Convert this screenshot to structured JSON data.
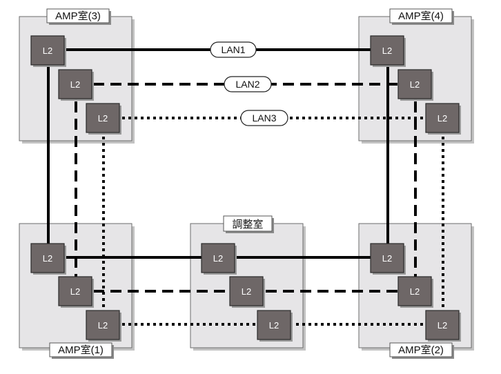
{
  "rooms": {
    "amp3": {
      "label": "AMP室(3)"
    },
    "amp4": {
      "label": "AMP室(4)"
    },
    "amp1": {
      "label": "AMP室(1)"
    },
    "amp2": {
      "label": "AMP室(2)"
    },
    "control": {
      "label": "調整室"
    }
  },
  "switch_label": "L2",
  "lans": {
    "lan1": {
      "label": "LAN1",
      "style": "solid"
    },
    "lan2": {
      "label": "LAN2",
      "style": "dashed"
    },
    "lan3": {
      "label": "LAN3",
      "style": "dotted"
    }
  }
}
